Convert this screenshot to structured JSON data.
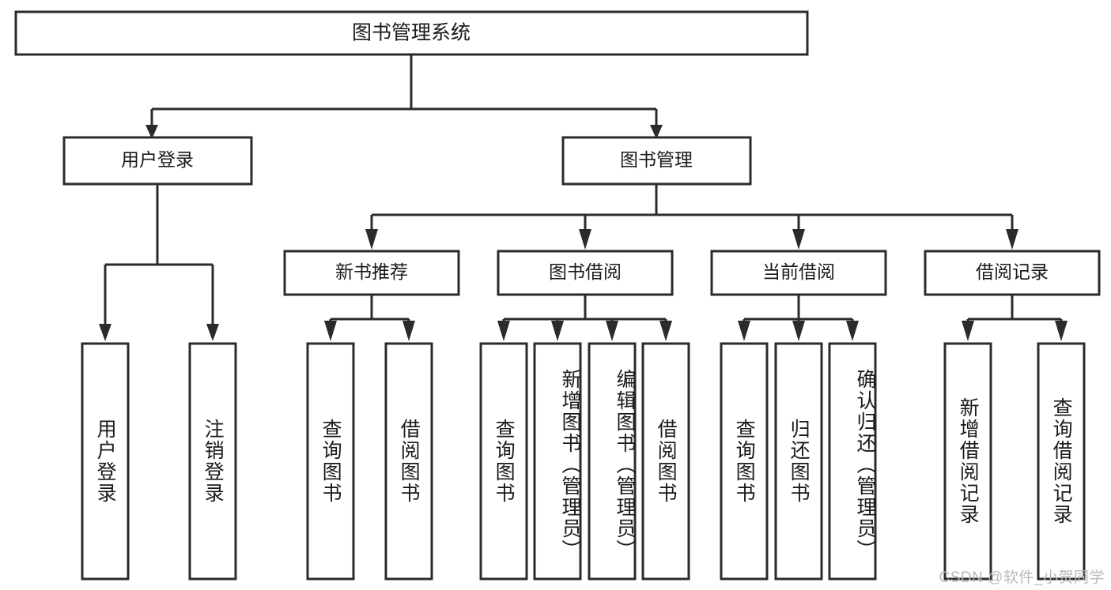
{
  "diagram": {
    "title_node": {
      "label": "图书管理系统"
    },
    "level2": [
      {
        "id": "user-login",
        "label": "用户登录"
      },
      {
        "id": "book-manage",
        "label": "图书管理"
      }
    ],
    "level3": [
      {
        "id": "new-book-recommend",
        "label": "新书推荐"
      },
      {
        "id": "book-borrow",
        "label": "图书借阅"
      },
      {
        "id": "current-borrow",
        "label": "当前借阅"
      },
      {
        "id": "borrow-record",
        "label": "借阅记录"
      }
    ],
    "leaves": [
      {
        "id": "leaf-user-login",
        "label": "用户登录",
        "parent": "user-login"
      },
      {
        "id": "leaf-logout-login",
        "label": "注销登录",
        "parent": "user-login"
      },
      {
        "id": "leaf-query-book-1",
        "label": "查询图书",
        "parent": "new-book-recommend"
      },
      {
        "id": "leaf-borrow-book-1",
        "label": "借阅图书",
        "parent": "new-book-recommend"
      },
      {
        "id": "leaf-query-book-2",
        "label": "查询图书",
        "parent": "book-borrow"
      },
      {
        "id": "leaf-add-book",
        "label": "新增图书（管理员）",
        "parent": "book-borrow"
      },
      {
        "id": "leaf-edit-book",
        "label": "编辑图书（管理员）",
        "parent": "book-borrow"
      },
      {
        "id": "leaf-borrow-book-2",
        "label": "借阅图书",
        "parent": "book-borrow"
      },
      {
        "id": "leaf-query-book-3",
        "label": "查询图书",
        "parent": "current-borrow"
      },
      {
        "id": "leaf-return-book",
        "label": "归还图书",
        "parent": "current-borrow"
      },
      {
        "id": "leaf-confirm-return",
        "label": "确认归还（管理员）",
        "parent": "current-borrow"
      },
      {
        "id": "leaf-add-record",
        "label": "新增借阅记录",
        "parent": "borrow-record"
      },
      {
        "id": "leaf-query-record",
        "label": "查询借阅记录",
        "parent": "borrow-record"
      }
    ]
  },
  "watermark": {
    "text": "CSDN @软件_小贺同学"
  },
  "colors": {
    "stroke": "#2b2b2b",
    "fill": "#ffffff",
    "text": "#1a1a1a",
    "watermark": "#b9b9b9"
  }
}
